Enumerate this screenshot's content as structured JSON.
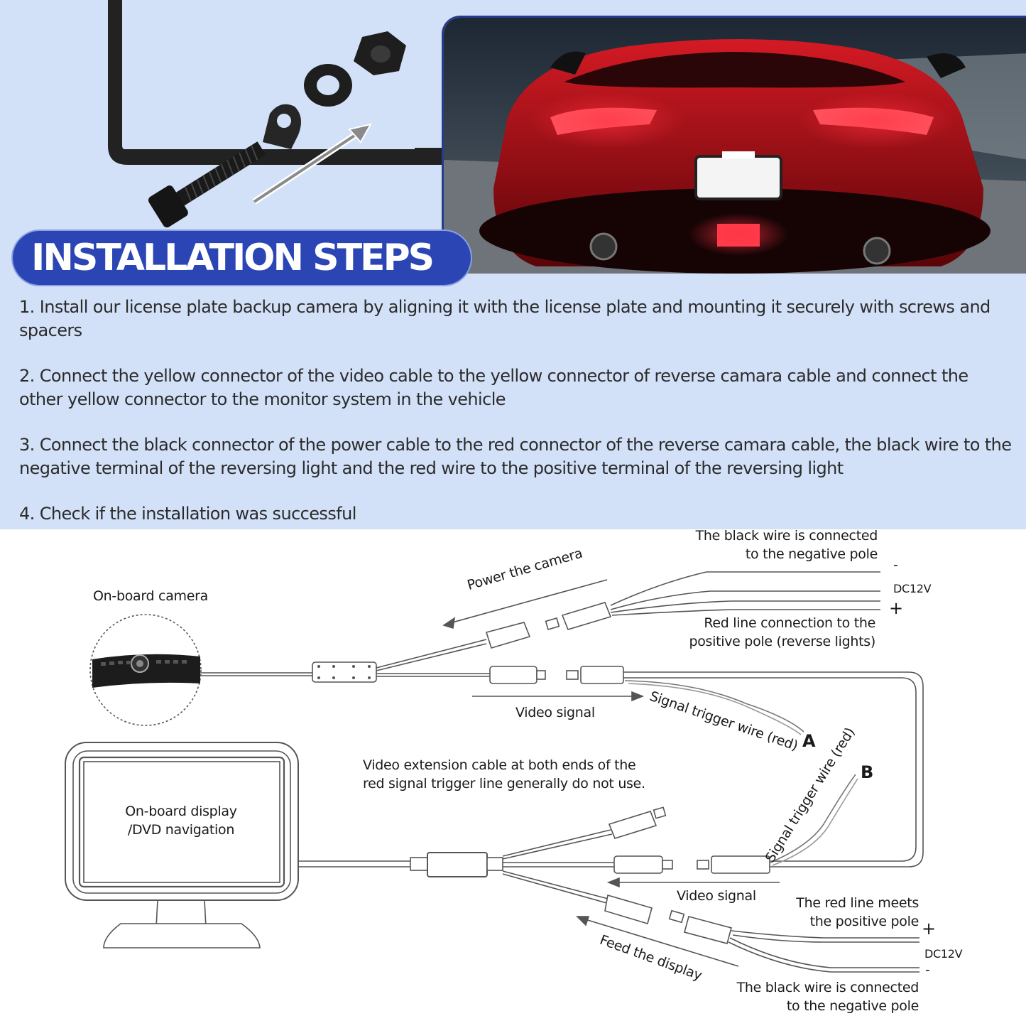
{
  "header": {
    "title": "INSTALLATION STEPS"
  },
  "steps": [
    "1. Install our license plate backup camera by aligning it with the license plate and mounting it securely with screws and spacers",
    "2. Connect the yellow connector of the video cable to the yellow connector of reverse camara cable and connect the other yellow connector to the monitor system in the vehicle",
    "3. Connect the black connector of the power cable to the red connector of the reverse camara cable, the black wire to the negative terminal of the reversing light and the red wire to the positive terminal of the reversing light",
    "4. Check if the installation was successful"
  ],
  "diagram": {
    "camera_label": "On-board camera",
    "power_label": "Power the camera",
    "black_wire_top_1": "The black wire is connected",
    "black_wire_top_2": "to the negative pole",
    "minus_top": "-",
    "dc_top": "DC12V",
    "plus_top": "+",
    "red_line_top_1": "Red line connection to the",
    "red_line_top_2": "positive pole (reverse lights)",
    "video_signal_top": "Video signal",
    "signal_trigger_a": "Signal trigger wire (red)",
    "point_a": "A",
    "signal_trigger_b": "Signal trigger wire (red)",
    "point_b": "B",
    "extension_note_1": "Video extension cable at both ends of the",
    "extension_note_2": "red signal trigger line generally do not use.",
    "display_label_1": "On-board display",
    "display_label_2": "/DVD navigation",
    "video_signal_bottom": "Video signal",
    "red_line_bottom_1": "The red line meets",
    "red_line_bottom_2": "the positive pole",
    "plus_bottom": "+",
    "dc_bottom": "DC12V",
    "minus_bottom": "-",
    "feed_label": "Feed the display",
    "black_wire_bottom_1": "The black wire is connected",
    "black_wire_bottom_2": "to the negative pole"
  },
  "colors": {
    "background_top": "#d3e1f8",
    "title_bg": "#2b46b4",
    "title_text": "#ffffff",
    "car": "#b0101a",
    "wire": "#555555"
  }
}
